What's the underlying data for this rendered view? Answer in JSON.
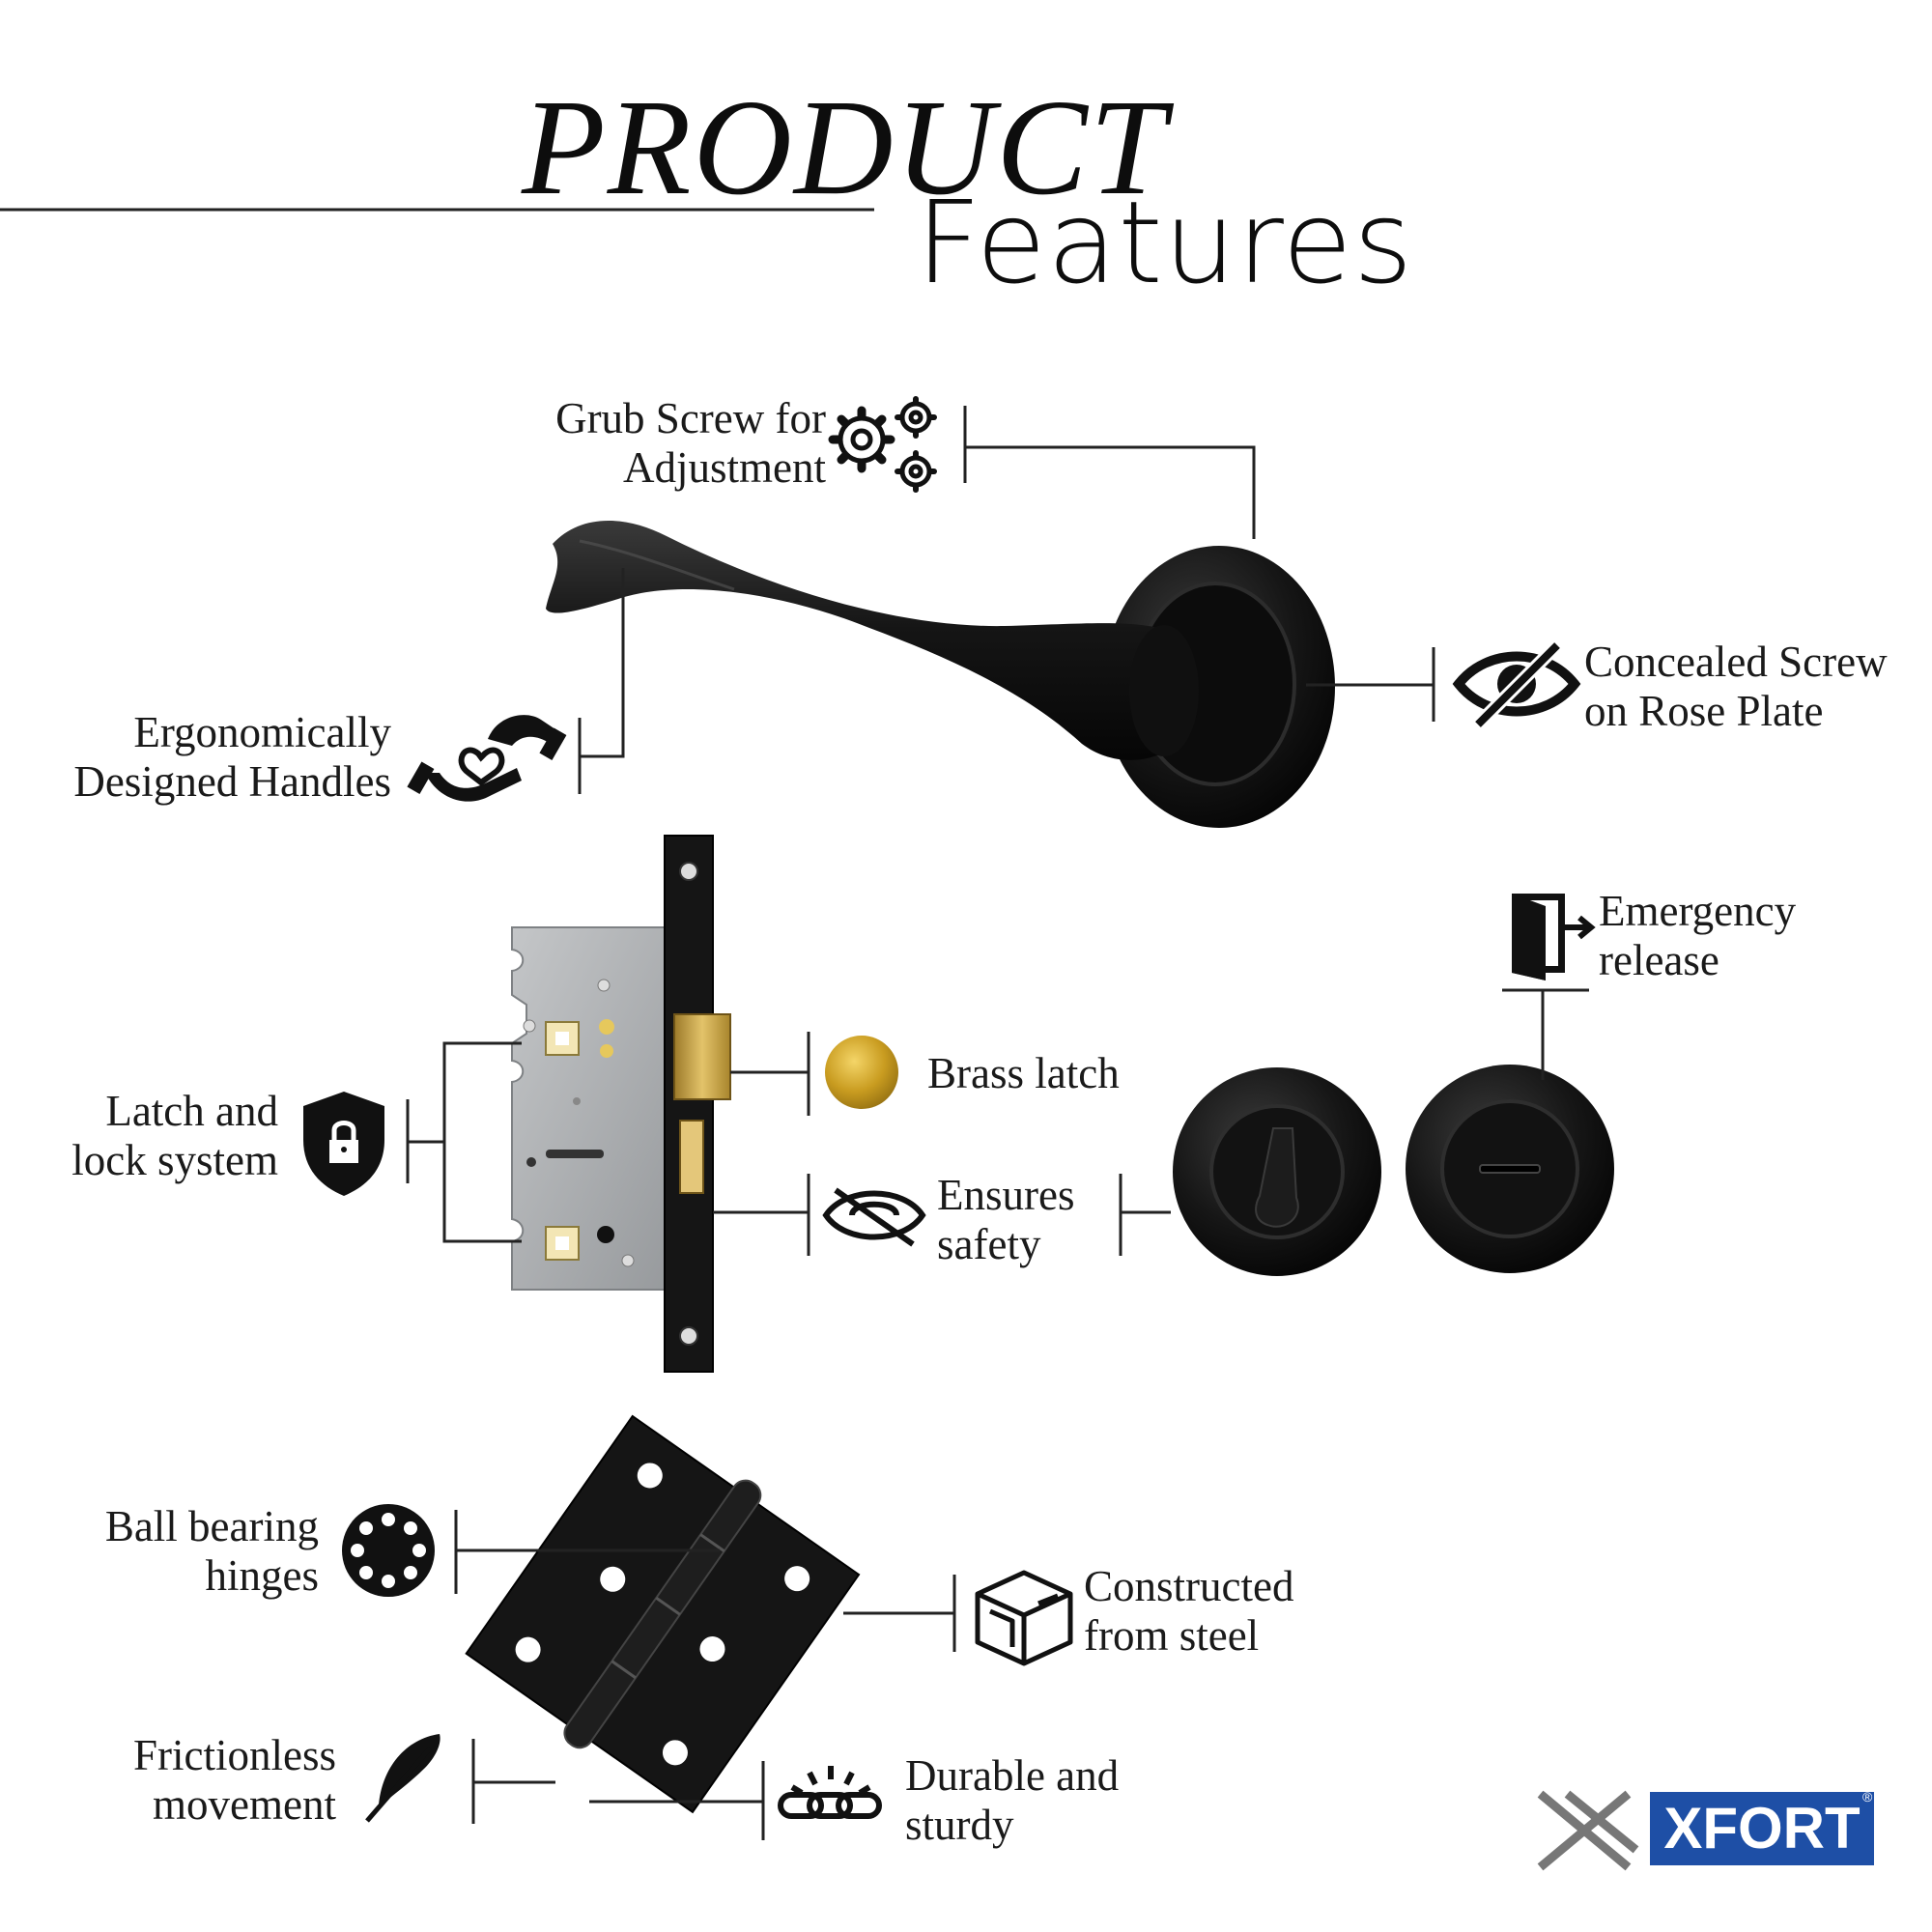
{
  "header": {
    "title_line1": "PRODUCT",
    "title_line2": "Features"
  },
  "features": {
    "grub_screw": "Grub Screw for Adjustment",
    "grub_screw_line1": "Grub Screw for",
    "grub_screw_line2": "Adjustment",
    "ergonomic_line1": "Ergonomically",
    "ergonomic_line2": "Designed Handles",
    "concealed_line1": "Concealed Screw",
    "concealed_line2": "on Rose Plate",
    "emergency_line1": "Emergency",
    "emergency_line2": "release",
    "brass_latch": "Brass latch",
    "latch_line1": "Latch and",
    "latch_line2": "lock system",
    "safety_line1": "Ensures",
    "safety_line2": "safety",
    "ball_line1": "Ball bearing",
    "ball_line2": "hinges",
    "steel_line1": "Constructed",
    "steel_line2": "from steel",
    "friction_line1": "Frictionless",
    "friction_line2": "movement",
    "durable_line1": "Durable and",
    "durable_line2": "sturdy"
  },
  "brand": {
    "name": "XFORT",
    "registered": "®"
  },
  "colors": {
    "product_black": "#141414",
    "brass": "#c9a227",
    "plate_grey": "#a9acae",
    "brand_blue": "#1e4fa6",
    "line": "#222222"
  },
  "icons": [
    "gears-icon",
    "caring-hands-icon",
    "eye-slash-icon",
    "exit-door-icon",
    "brass-coin-icon",
    "shield-lock-icon",
    "eye-off-icon",
    "ball-bearing-icon",
    "steel-profile-icon",
    "feather-icon",
    "chain-icon",
    "xfort-logo-mark"
  ]
}
